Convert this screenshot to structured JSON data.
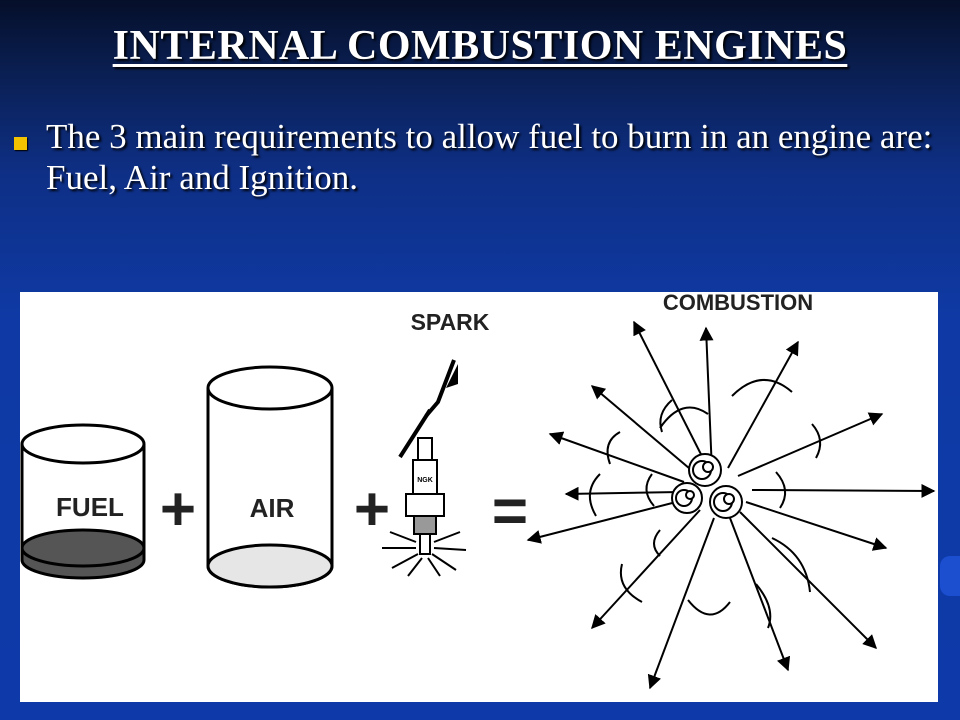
{
  "slide": {
    "title": "INTERNAL COMBUSTION ENGINES",
    "bullet": "The 3 main requirements to allow fuel to burn in an engine are: Fuel, Air and Ignition."
  },
  "diagram": {
    "labels": {
      "fuel": "FUEL",
      "air": "AIR",
      "spark": "SPARK",
      "combustion": "COMBUSTION",
      "plug_brand": "NGK"
    },
    "operators": {
      "plus": "+",
      "equals": "="
    }
  },
  "colors": {
    "accent_bullet": "#f2c200",
    "fuel_liquid": "#555555",
    "air_bottom": "#e6e6e6",
    "diagram_background": "#ffffff"
  }
}
